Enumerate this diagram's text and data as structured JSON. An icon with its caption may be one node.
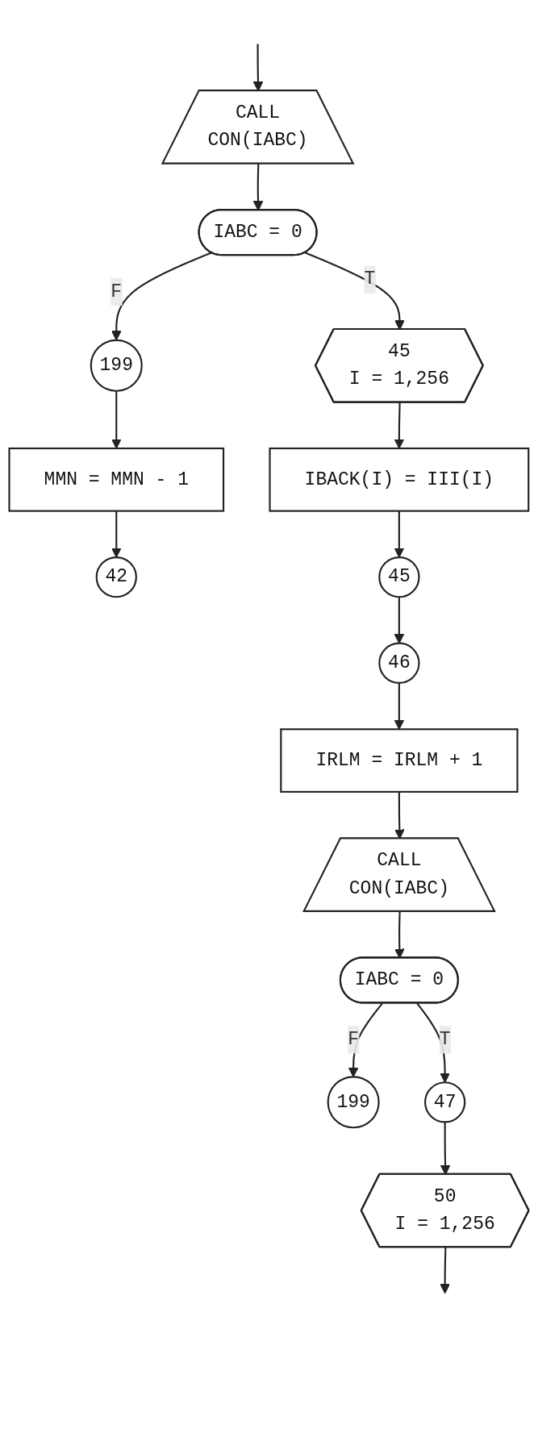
{
  "diagram": {
    "nodes": [
      {
        "text": [
          "CALL",
          "CON(IABC)"
        ]
      },
      {
        "text": [
          "IABC = 0"
        ]
      },
      {
        "text": [
          "199"
        ]
      },
      {
        "text": [
          "MMN = MMN - 1"
        ]
      },
      {
        "text": [
          "42"
        ]
      },
      {
        "text": [
          "45",
          "I = 1,256"
        ]
      },
      {
        "text": [
          "IBACK(I) = III(I)"
        ]
      },
      {
        "text": [
          "45"
        ]
      },
      {
        "text": [
          "46"
        ]
      },
      {
        "text": [
          "IRLM = IRLM + 1"
        ]
      },
      {
        "text": [
          "CALL",
          "CON(IABC)"
        ]
      },
      {
        "text": [
          "IABC = 0"
        ]
      },
      {
        "text": [
          "199"
        ]
      },
      {
        "text": [
          "47"
        ]
      },
      {
        "text": [
          "50",
          "I = 1,256"
        ]
      }
    ],
    "edges": [
      {
        "from": null,
        "to": 0,
        "arrow": "to"
      },
      {
        "from": 0,
        "to": 1,
        "arrow": "to"
      },
      {
        "from": 1,
        "to": 2,
        "arrow": "to",
        "label": "F"
      },
      {
        "from": 2,
        "to": 3,
        "arrow": "to"
      },
      {
        "from": 3,
        "to": 4,
        "arrow": "to"
      },
      {
        "from": 1,
        "to": 5,
        "arrow": "to",
        "label": "T"
      },
      {
        "from": 5,
        "to": 6,
        "arrow": "to"
      },
      {
        "from": 6,
        "to": 7,
        "arrow": "to"
      },
      {
        "from": 7,
        "to": 8,
        "arrow": "to"
      },
      {
        "from": 8,
        "to": 9,
        "arrow": "to"
      },
      {
        "from": 9,
        "to": 10,
        "arrow": "to"
      },
      {
        "from": 10,
        "to": 11,
        "arrow": "to"
      },
      {
        "from": 11,
        "to": 12,
        "arrow": "to",
        "label": "F"
      },
      {
        "from": 11,
        "to": 13,
        "arrow": "to",
        "label": "T"
      },
      {
        "from": 13,
        "to": 14,
        "arrow": "to"
      },
      {
        "from": 14,
        "to": null,
        "arrow": "to"
      }
    ]
  }
}
